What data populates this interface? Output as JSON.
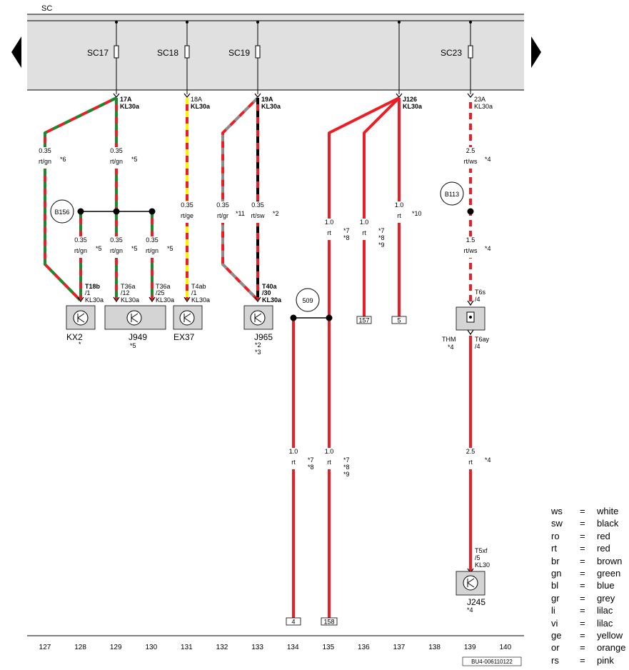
{
  "header": {
    "title": "SC"
  },
  "fuses": [
    "SC17",
    "SC18",
    "SC19",
    "SC23"
  ],
  "top_connections": [
    {
      "line1": "17A",
      "line2": "KL30a"
    },
    {
      "line1": "18A",
      "line2": "KL30a"
    },
    {
      "line1": "19A",
      "line2": "KL30a"
    },
    {
      "line1": "J126",
      "line2": "KL30a"
    },
    {
      "line1": "23A",
      "line2": "KL30a"
    }
  ],
  "wire_labels": [
    {
      "size": "0.35",
      "color": "rt/gn",
      "note": "*6"
    },
    {
      "size": "0.35",
      "color": "rt/gn",
      "note": "*5"
    },
    {
      "size": "0.35",
      "color": "rt/ge",
      "note": ""
    },
    {
      "size": "0.35",
      "color": "rt/gr",
      "note": "*11"
    },
    {
      "size": "0.35",
      "color": "rt/sw",
      "note": "*2"
    },
    {
      "size": "0.35",
      "color": "rt/gn",
      "note": "*5"
    },
    {
      "size": "0.35",
      "color": "rt/gn",
      "note": "*5"
    },
    {
      "size": "0.35",
      "color": "rt/gn",
      "note": "*5"
    },
    {
      "size": "1.0",
      "color": "rt",
      "note": "*7\n*8"
    },
    {
      "size": "1.0",
      "color": "rt",
      "note": "*7\n*8\n*9"
    },
    {
      "size": "1.0",
      "color": "rt",
      "note": "*10"
    },
    {
      "size": "2.5",
      "color": "rt/ws",
      "note": "*4"
    },
    {
      "size": "1.5",
      "color": "rt/ws",
      "note": "*4"
    },
    {
      "size": "1.0",
      "color": "rt",
      "note": "*7\n*8"
    },
    {
      "size": "1.0",
      "color": "rt",
      "note": "*7\n*8\n*9"
    },
    {
      "size": "2.5",
      "color": "rt",
      "note": "*4"
    }
  ],
  "connectors": [
    {
      "line1": "T18b",
      "line2": "/1",
      "line3": "KL30a"
    },
    {
      "line1": "T36a",
      "line2": "/12",
      "line3": "KL30a"
    },
    {
      "line1": "T36a",
      "line2": "/25",
      "line3": "KL30a"
    },
    {
      "line1": "T4ab",
      "line2": "/1",
      "line3": "KL30a"
    },
    {
      "line1": "T40a",
      "line2": "/30",
      "line3": "KL30a"
    },
    {
      "line1": "T6s",
      "line2": "/4",
      "line3": ""
    },
    {
      "line1": "T6ay",
      "line2": "/4",
      "line3": ""
    },
    {
      "line1": "T5xf",
      "line2": "/5",
      "line3": "KL30"
    }
  ],
  "nodes": [
    "B156",
    "509",
    "B113"
  ],
  "components": [
    {
      "name": "KX2",
      "note": "*"
    },
    {
      "name": "J949",
      "note": "*5"
    },
    {
      "name": "EX37",
      "note": ""
    },
    {
      "name": "J965",
      "note": "*2\n*3"
    },
    {
      "name": "THM",
      "note": "*4"
    },
    {
      "name": "J245",
      "note": "*4"
    }
  ],
  "terminal_refs": [
    "157",
    "5",
    "4",
    "158"
  ],
  "column_numbers": [
    "127",
    "128",
    "129",
    "130",
    "131",
    "132",
    "133",
    "134",
    "135",
    "136",
    "137",
    "138",
    "139",
    "140"
  ],
  "doc_id": "BU4-006110122",
  "colors": {
    "red": "#ee1c24",
    "green": "#1a8a2e",
    "yellow": "#fff200",
    "grey": "#8c8c8c",
    "black": "#000000",
    "white": "#ffffff",
    "header_bg": "#e0e0e0",
    "component_bg": "#d4d4d4"
  },
  "legend": [
    {
      "code": "ws",
      "eq": "=",
      "name": "white"
    },
    {
      "code": "sw",
      "eq": "=",
      "name": "black"
    },
    {
      "code": "ro",
      "eq": "=",
      "name": "red"
    },
    {
      "code": "rt",
      "eq": "=",
      "name": "red"
    },
    {
      "code": "br",
      "eq": "=",
      "name": "brown"
    },
    {
      "code": "gn",
      "eq": "=",
      "name": "green"
    },
    {
      "code": "bl",
      "eq": "=",
      "name": "blue"
    },
    {
      "code": "gr",
      "eq": "=",
      "name": "grey"
    },
    {
      "code": "li",
      "eq": "=",
      "name": "lilac"
    },
    {
      "code": "vi",
      "eq": "=",
      "name": "lilac"
    },
    {
      "code": "ge",
      "eq": "=",
      "name": "yellow"
    },
    {
      "code": "or",
      "eq": "=",
      "name": "orange"
    },
    {
      "code": "rs",
      "eq": "=",
      "name": "pink"
    }
  ]
}
